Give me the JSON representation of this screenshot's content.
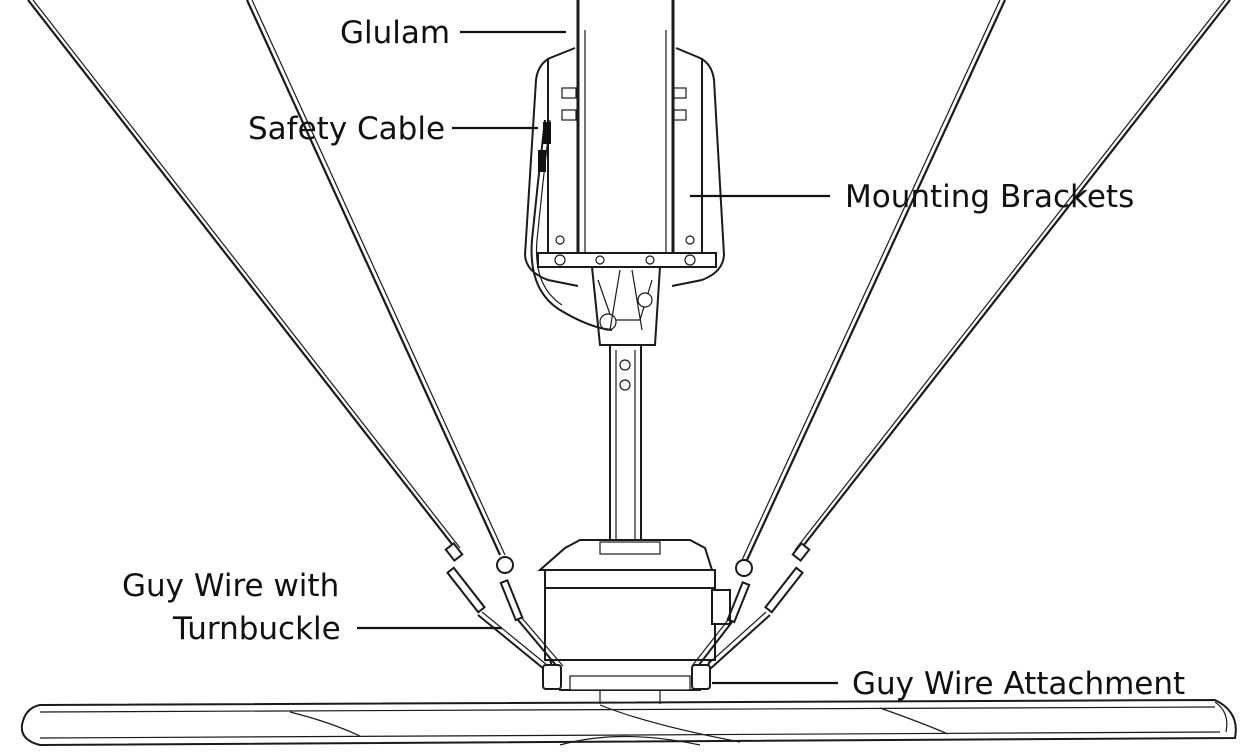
{
  "labels": {
    "glulam": "Glulam",
    "safety_cable": "Safety Cable",
    "mounting_brackets": "Mounting Brackets",
    "guy_wire_turnbuckle_line1": "Guy Wire with",
    "guy_wire_turnbuckle_line2": "Turnbuckle",
    "guy_wire_attachment": "Guy Wire Attachment"
  },
  "colors": {
    "line": "#1a1a1a",
    "background": "#ffffff"
  }
}
